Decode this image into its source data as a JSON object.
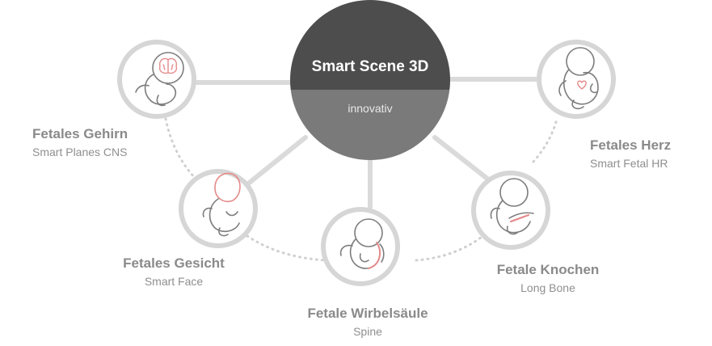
{
  "center": {
    "title": "Smart Scene 3D",
    "subtitle": "innovativ"
  },
  "nodes": {
    "brain": {
      "title": "Fetales Gehirn",
      "subtitle": "Smart Planes CNS"
    },
    "heart": {
      "title": "Fetales Herz",
      "subtitle": "Smart Fetal HR"
    },
    "face": {
      "title": "Fetales Gesicht",
      "subtitle": "Smart Face"
    },
    "spine": {
      "title": "Fetale Wirbelsäule",
      "subtitle": "Spine"
    },
    "bone": {
      "title": "Fetale Knochen",
      "subtitle": "Long Bone"
    }
  },
  "colors": {
    "center_top": "#4d4d4d",
    "center_bottom": "#7a7a7a",
    "connector": "#d9d9d9",
    "circle_stroke": "#d6d6d6",
    "fetus_line": "#7d7d7d",
    "highlight": "#e58a8a"
  },
  "icons": [
    "fetus-brain-icon",
    "fetus-heart-icon",
    "fetus-face-icon",
    "fetus-spine-icon",
    "fetus-bone-icon"
  ]
}
